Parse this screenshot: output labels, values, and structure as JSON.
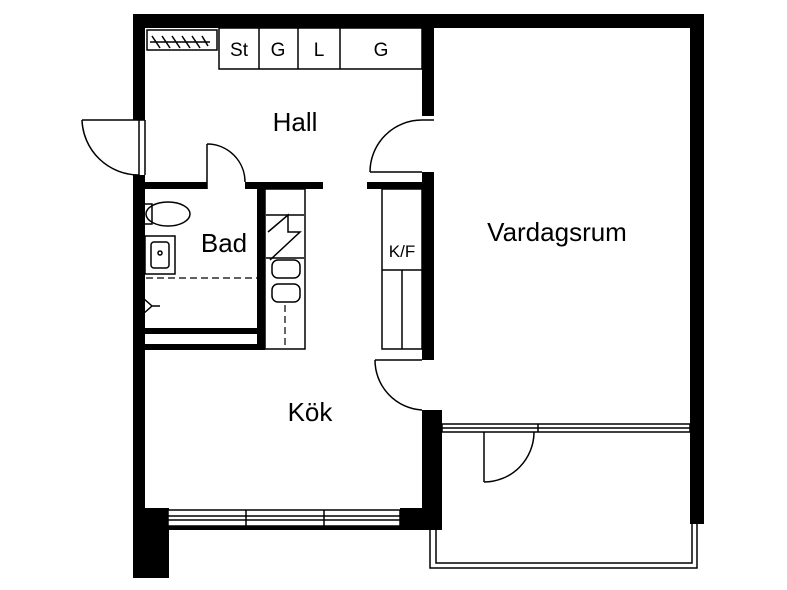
{
  "rooms": {
    "hall": "Hall",
    "bad": "Bad",
    "kok": "Kök",
    "vardagsrum": "Vardagsrum"
  },
  "storage": {
    "st": "St",
    "g1": "G",
    "l": "L",
    "g2": "G",
    "kf": "K/F"
  }
}
